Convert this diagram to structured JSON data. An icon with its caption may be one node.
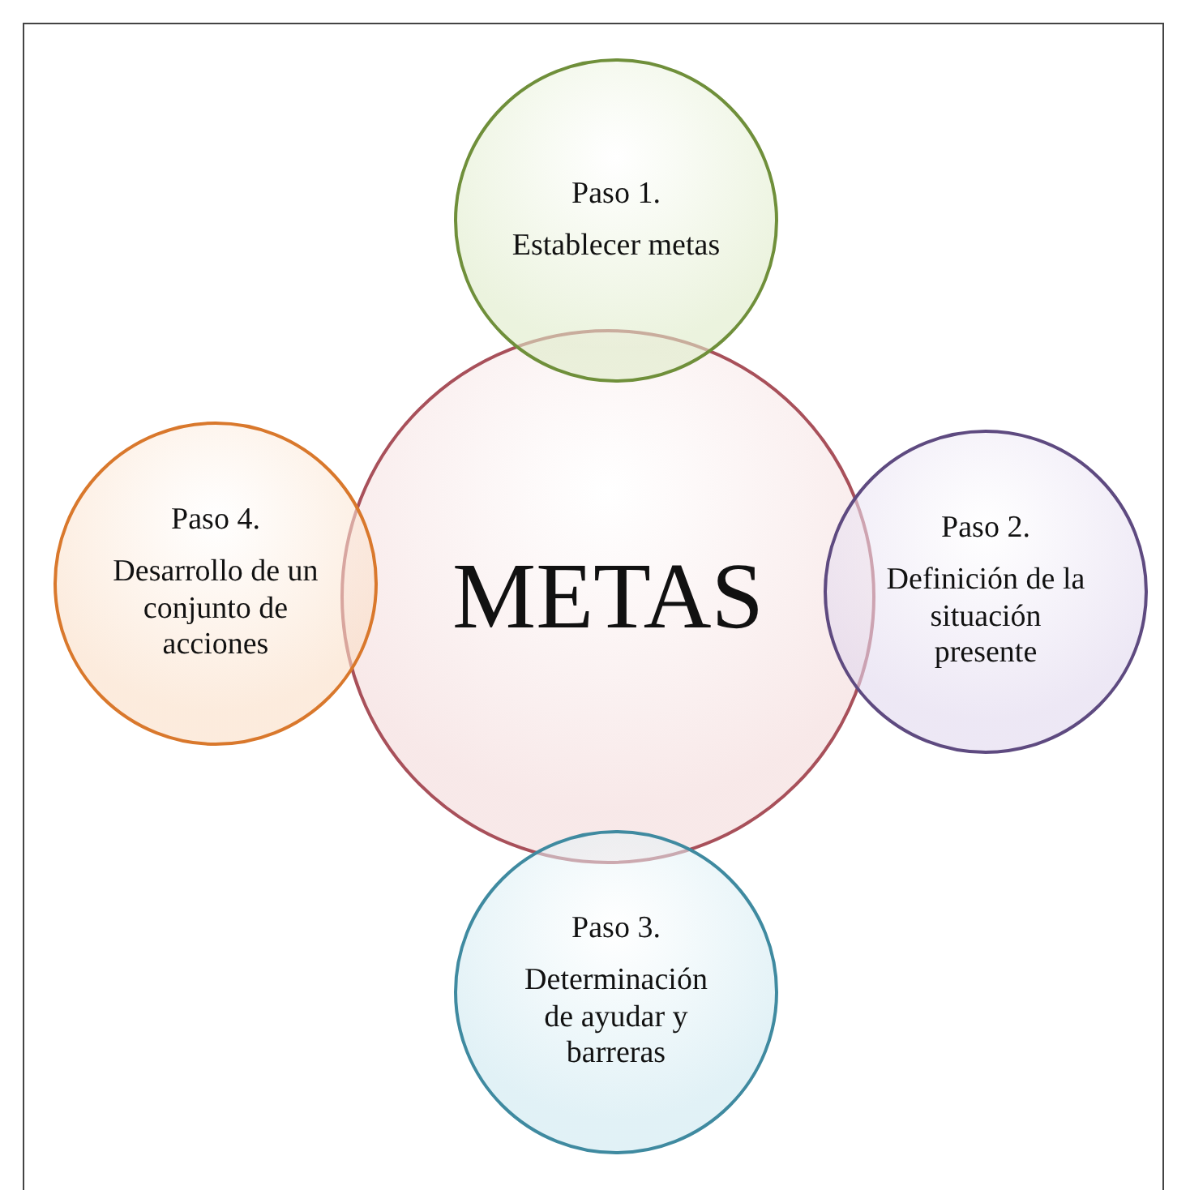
{
  "diagram": {
    "nodes": [
      {
        "text": [
          "METAS"
        ]
      },
      {
        "text": [
          "Paso 1.",
          "Establecer metas"
        ]
      },
      {
        "text": [
          "Paso 2.",
          "Definición de la situación presente"
        ]
      },
      {
        "text": [
          "Paso 3.",
          "Determinación de ayudar y barreras"
        ]
      },
      {
        "text": [
          "Paso 4.",
          "Desarrollo de un conjunto de acciones"
        ]
      }
    ]
  }
}
